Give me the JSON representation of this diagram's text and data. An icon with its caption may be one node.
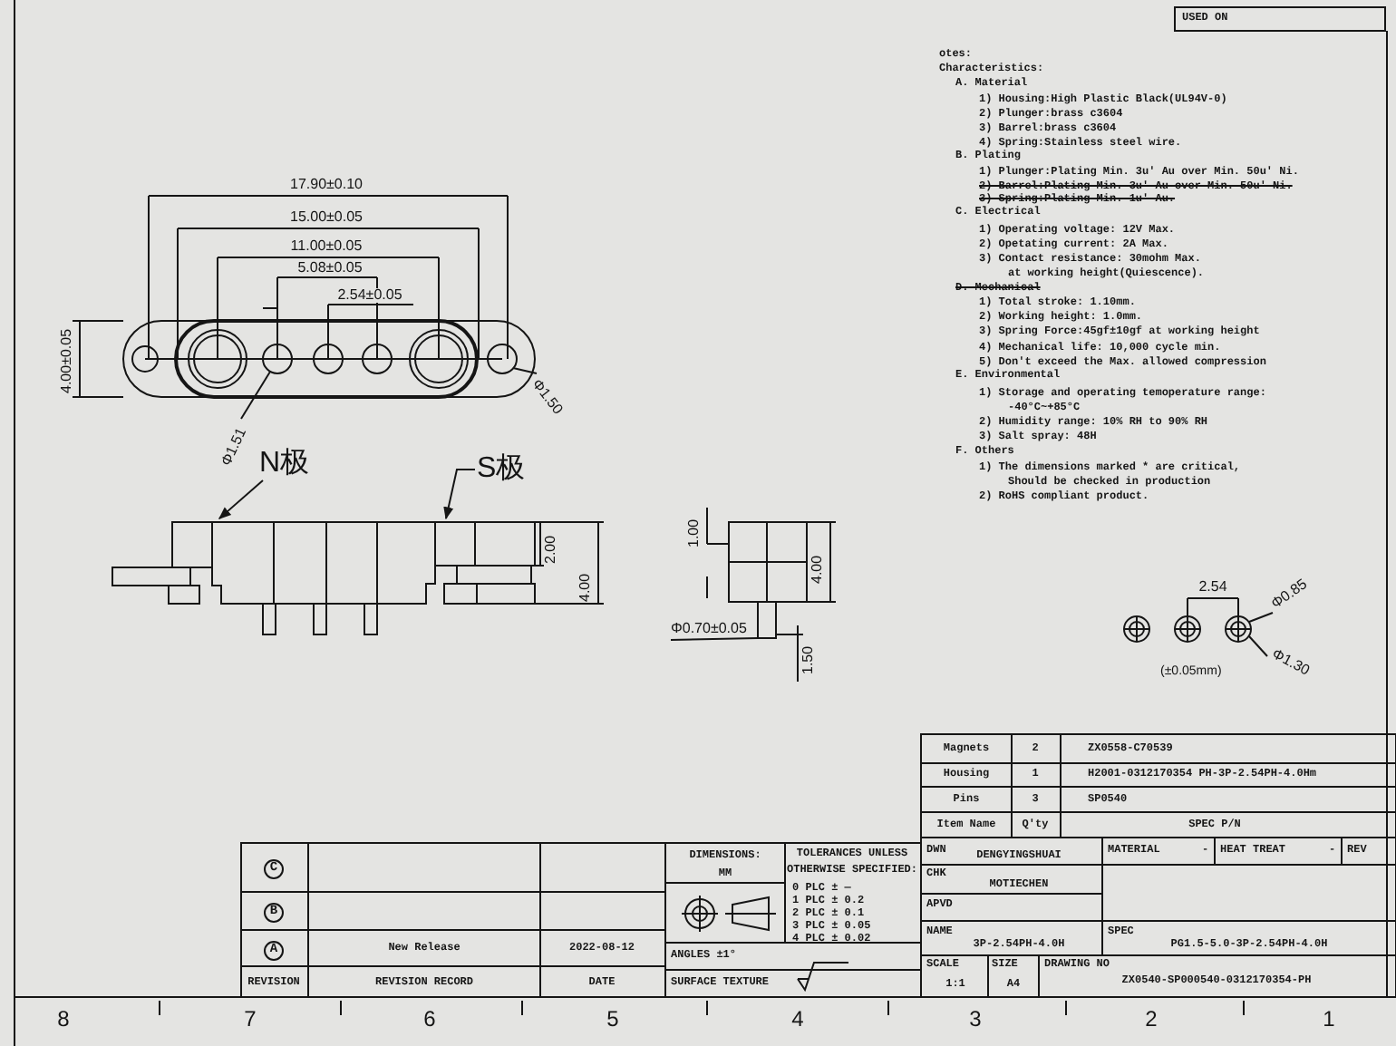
{
  "diagram": {
    "nodes": [
      {
        "text": [
          "N极"
        ]
      },
      {
        "text": [
          "S极"
        ]
      },
      {
        "text": [],
        "shape": "picture"
      },
      {
        "text": [
          "Φ1.51"
        ]
      },
      {
        "text": [
          "Φ1.50"
        ]
      },
      {
        "text": [
          "Φ0.70±0.05"
        ]
      },
      {
        "text": [
          "Φ0.85"
        ]
      },
      {
        "text": [
          "Φ1.30"
        ]
      },
      {
        "text": [],
        "shape": "circle"
      },
      {
        "text": [],
        "shape": "circle"
      },
      {
        "text": [],
        "shape": "box"
      },
      {
        "text": [],
        "shape": "circle"
      }
    ],
    "edges": [
      {
        "from": 0,
        "to": 2,
        "arrow": "to"
      },
      {
        "from": 1,
        "to": 2,
        "arrow": "to"
      },
      {
        "from": 3,
        "to": 8,
        "arrow": "none"
      },
      {
        "from": 4,
        "to": 9,
        "arrow": "none"
      },
      {
        "from": 5,
        "to": 10,
        "arrow": "none"
      },
      {
        "from": 6,
        "to": 11,
        "arrow": "none"
      },
      {
        "from": 7,
        "to": 11,
        "arrow": "none"
      }
    ],
    "labels": [
      "USED ON",
      "otes:",
      "Characteristics:",
      "A. Material",
      "1) Housing:High Plastic Black(UL94V-0)",
      "2) Plunger:brass c3604",
      "3) Barrel:brass c3604",
      "4) Spring:Stainless steel wire.",
      "B. Plating",
      "1) Plunger:Plating Min. 3u' Au over Min. 50u' Ni.",
      "2) Barrel:Plating Min. 3u' Au over Min. 50u' Ni.",
      "3) Spring:Plating Min. 1u' Au.",
      "C. Electrical",
      "1) Operating voltage: 12V Max.",
      "2) Opetating current: 2A Max.",
      "3) Contact resistance: 30mohm Max.",
      "at working height(Quiescence).",
      "D. Mechanical",
      "1) Total stroke: 1.10mm.",
      "2) Working height: 1.0mm.",
      "3) Spring Force:45gf±10gf at working height",
      "4) Mechanical life: 10,000 cycle min.",
      "5) Don't exceed the Max. allowed compression",
      "E. Environmental",
      "1) Storage and operating temoperature range:",
      "-40°C~+85°C",
      "2) Humidity range: 10% RH to 90% RH",
      "3) Salt spray: 48H",
      "F. Others",
      "1) The dimensions marked * are critical,",
      "Should be checked in production",
      "2) RoHS compliant product.",
      "17.90±0.10",
      "15.00±0.05",
      "11.00±0.05",
      "5.08±0.05",
      "2.54±0.05",
      "4.00±0.05",
      "2.00",
      "4.00",
      "1.00",
      "4.00",
      "1.50",
      "2.54",
      "(±0.05mm)",
      "Magnets",
      "2",
      "ZX0558-C70539",
      "Housing",
      "1",
      "H2001-0312170354 PH-3P-2.54PH-4.0Hm",
      "Pins",
      "3",
      "SP0540",
      "Item Name",
      "Q'ty",
      "SPEC P/N",
      "DWN",
      "DENGYINGSHUAI",
      "MATERIAL",
      "-",
      "HEAT TREAT",
      "-",
      "REV",
      "CHK",
      "MOTIECHEN",
      "APVD",
      "NAME",
      "3P-2.54PH-4.0H",
      "SPEC",
      "PG1.5-5.0-3P-2.54PH-4.0H",
      "SCALE",
      "1:1",
      "SIZE",
      "A4",
      "DRAWING NO",
      "ZX0540-SP000540-0312170354-PH",
      "C",
      "B",
      "A",
      "New Release",
      "2022-08-12",
      "REVISION",
      "REVISION RECORD",
      "DATE",
      "DIMENSIONS:",
      "MM",
      "TOLERANCES UNLESS",
      "OTHERWISE SPECIFIED:",
      "0 PLC ± —",
      "1 PLC ± 0.2",
      "2 PLC ± 0.1",
      "3 PLC ± 0.05",
      "4 PLC ± 0.02",
      "ANGLES ±1°",
      "SURFACE TEXTURE",
      "8",
      "7",
      "6",
      "5",
      "4",
      "3",
      "2",
      "1"
    ]
  }
}
